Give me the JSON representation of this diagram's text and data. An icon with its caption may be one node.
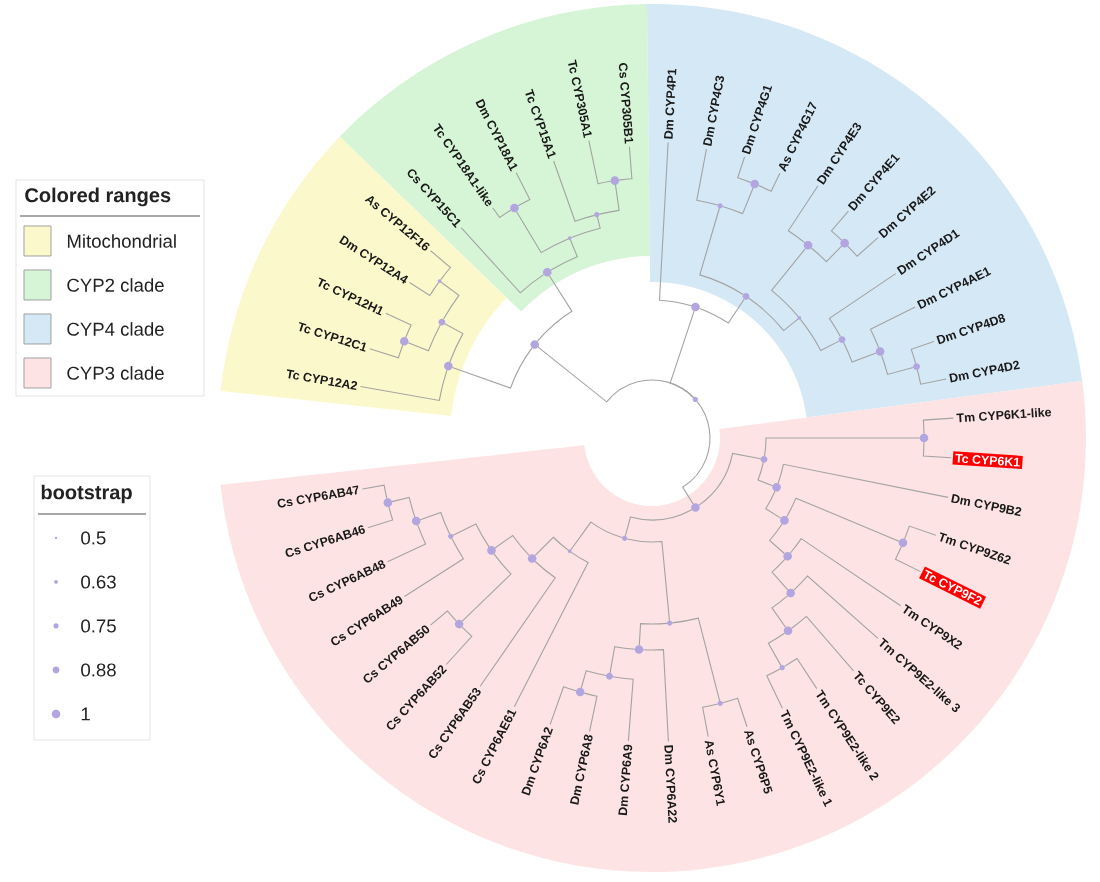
{
  "diagram": {
    "nodes": [
      {
        "text": [],
        "shape": "sector"
      },
      {
        "text": [],
        "shape": "sector"
      },
      {
        "text": [],
        "shape": "sector"
      },
      {
        "text": [],
        "shape": "sector"
      },
      {
        "text": [
          "Tc CYP12A2"
        ],
        "in": 0
      },
      {
        "text": [
          "Tc CYP12C1"
        ],
        "in": 0
      },
      {
        "text": [
          "Tc CYP12H1"
        ],
        "in": 0
      },
      {
        "text": [
          "Dm CYP12A4"
        ],
        "in": 0
      },
      {
        "text": [
          "As CYP12F16"
        ],
        "in": 0
      },
      {
        "text": [
          "Cs CYP15C1"
        ],
        "in": 1
      },
      {
        "text": [
          "Tc CYP18A1-like"
        ],
        "in": 1
      },
      {
        "text": [
          "Dm CYP18A1"
        ],
        "in": 1
      },
      {
        "text": [
          "Tc CYP15A1"
        ],
        "in": 1
      },
      {
        "text": [
          "Tc CYP305A1"
        ],
        "in": 1
      },
      {
        "text": [
          "Cs CYP305B1"
        ],
        "in": 1
      },
      {
        "text": [
          "Dm CYP4P1"
        ],
        "in": 2
      },
      {
        "text": [
          "Dm CYP4C3"
        ],
        "in": 2
      },
      {
        "text": [
          "Dm CYP4G1"
        ],
        "in": 2
      },
      {
        "text": [
          "As CYP4G17"
        ],
        "in": 2
      },
      {
        "text": [
          "Dm CYP4E3"
        ],
        "in": 2
      },
      {
        "text": [
          "Dm CYP4E1"
        ],
        "in": 2
      },
      {
        "text": [
          "Dm CYP4E2"
        ],
        "in": 2
      },
      {
        "text": [
          "Dm CYP4D1"
        ],
        "in": 2
      },
      {
        "text": [
          "Dm CYP4AE1"
        ],
        "in": 2
      },
      {
        "text": [
          "Dm CYP4D8"
        ],
        "in": 2
      },
      {
        "text": [
          "Dm CYP4D2"
        ],
        "in": 2
      },
      {
        "text": [
          "Tm CYP6K1-like"
        ],
        "in": 3
      },
      {
        "text": [
          "Tc CYP6K1"
        ],
        "in": 3
      },
      {
        "text": [
          "Dm CYP9B2"
        ],
        "in": 3
      },
      {
        "text": [
          "Tm CYP9Z62"
        ],
        "in": 3
      },
      {
        "text": [
          "Tc CYP9F2"
        ],
        "in": 3
      },
      {
        "text": [
          "Tm CYP9X2"
        ],
        "in": 3
      },
      {
        "text": [
          "Tm CYP9E2-like 3"
        ],
        "in": 3
      },
      {
        "text": [
          "Tc CYP9E2"
        ],
        "in": 3
      },
      {
        "text": [
          "Tm CYP9E2-like 2"
        ],
        "in": 3
      },
      {
        "text": [
          "Tm CYP9E2-like 1"
        ],
        "in": 3
      },
      {
        "text": [
          "As CYP6P5"
        ],
        "in": 3
      },
      {
        "text": [
          "As CYP6Y1"
        ],
        "in": 3
      },
      {
        "text": [
          "Dm CYP6A22"
        ],
        "in": 3
      },
      {
        "text": [
          "Dm CYP6A9"
        ],
        "in": 3
      },
      {
        "text": [
          "Dm CYP6A8"
        ],
        "in": 3
      },
      {
        "text": [
          "Dm CYP6A2"
        ],
        "in": 3
      },
      {
        "text": [
          "Cs CYP6AE61"
        ],
        "in": 3
      },
      {
        "text": [
          "Cs CYP6AB53"
        ],
        "in": 3
      },
      {
        "text": [
          "Cs CYP6AB52"
        ],
        "in": 3
      },
      {
        "text": [
          "Cs CYP6AB50"
        ],
        "in": 3
      },
      {
        "text": [
          "Cs CYP6AB49"
        ],
        "in": 3
      },
      {
        "text": [
          "Cs CYP6AB48"
        ],
        "in": 3
      },
      {
        "text": [
          "Cs CYP6AB46"
        ],
        "in": 3
      },
      {
        "text": [
          "Cs CYP6AB47"
        ],
        "in": 3
      },
      {
        "text": [],
        "shape": "circle",
        "in": 0
      },
      {
        "text": [],
        "shape": "circle",
        "in": 0
      },
      {
        "text": [],
        "shape": "circle",
        "in": 0
      },
      {
        "text": [],
        "shape": "circle",
        "in": 0
      },
      {
        "text": [],
        "shape": "circle",
        "in": 1
      },
      {
        "text": [],
        "shape": "circle",
        "in": 1
      },
      {
        "text": [],
        "shape": "circle",
        "in": 1
      },
      {
        "text": [],
        "shape": "circle",
        "in": 1
      },
      {
        "text": [],
        "shape": "circle",
        "in": 1
      },
      {
        "text": [],
        "shape": "circle"
      },
      {
        "text": [],
        "shape": "circle",
        "in": 2
      },
      {
        "text": [],
        "shape": "circle",
        "in": 2
      },
      {
        "text": [],
        "shape": "circle",
        "in": 2
      },
      {
        "text": [],
        "shape": "circle",
        "in": 2
      },
      {
        "text": [],
        "shape": "circle",
        "in": 2
      },
      {
        "text": [],
        "shape": "circle",
        "in": 2
      },
      {
        "text": [],
        "shape": "circle",
        "in": 2
      },
      {
        "text": [],
        "shape": "circle",
        "in": 2
      },
      {
        "text": [],
        "shape": "circle",
        "in": 2
      },
      {
        "text": [],
        "shape": "circle"
      },
      {
        "text": [],
        "shape": "circle",
        "in": 3
      },
      {
        "text": [],
        "shape": "circle",
        "in": 3
      },
      {
        "text": [],
        "shape": "circle",
        "in": 3
      },
      {
        "text": [],
        "shape": "circle",
        "in": 3
      },
      {
        "text": [],
        "shape": "circle",
        "in": 3
      },
      {
        "text": [],
        "shape": "circle",
        "in": 3
      },
      {
        "text": [],
        "shape": "circle",
        "in": 3
      },
      {
        "text": [],
        "shape": "circle",
        "in": 3
      },
      {
        "text": [],
        "shape": "circle",
        "in": 3
      },
      {
        "text": [],
        "shape": "circle",
        "in": 3
      },
      {
        "text": [],
        "shape": "circle",
        "in": 3
      },
      {
        "text": [],
        "shape": "circle",
        "in": 3
      },
      {
        "text": [],
        "shape": "circle",
        "in": 3
      },
      {
        "text": [],
        "shape": "circle",
        "in": 3
      },
      {
        "text": [],
        "shape": "circle",
        "in": 3
      },
      {
        "text": [],
        "shape": "circle",
        "in": 3
      },
      {
        "text": [],
        "shape": "circle",
        "in": 3
      },
      {
        "text": [],
        "shape": "circle",
        "in": 3
      },
      {
        "text": [],
        "shape": "circle",
        "in": 3
      },
      {
        "text": [],
        "shape": "circle",
        "in": 3
      },
      {
        "text": [],
        "shape": "circle",
        "in": 3
      },
      {
        "text": [],
        "shape": "circle",
        "in": 3
      },
      {
        "text": [],
        "shape": "circle",
        "in": 3
      },
      {
        "text": [],
        "shape": "circle"
      }
    ],
    "edges": [
      {
        "from": 50,
        "to": 5,
        "arrow": "none"
      },
      {
        "from": 50,
        "to": 6,
        "arrow": "none"
      },
      {
        "from": 51,
        "to": 7,
        "arrow": "none"
      },
      {
        "from": 51,
        "to": 8,
        "arrow": "none"
      },
      {
        "from": 52,
        "to": 50,
        "arrow": "none"
      },
      {
        "from": 52,
        "to": 51,
        "arrow": "none"
      },
      {
        "from": 53,
        "to": 4,
        "arrow": "none"
      },
      {
        "from": 53,
        "to": 52,
        "arrow": "none"
      },
      {
        "from": 54,
        "to": 10,
        "arrow": "none"
      },
      {
        "from": 54,
        "to": 11,
        "arrow": "none"
      },
      {
        "from": 55,
        "to": 13,
        "arrow": "none"
      },
      {
        "from": 55,
        "to": 14,
        "arrow": "none"
      },
      {
        "from": 56,
        "to": 12,
        "arrow": "none"
      },
      {
        "from": 56,
        "to": 55,
        "arrow": "none"
      },
      {
        "from": 57,
        "to": 54,
        "arrow": "none"
      },
      {
        "from": 57,
        "to": 56,
        "arrow": "none"
      },
      {
        "from": 58,
        "to": 9,
        "arrow": "none"
      },
      {
        "from": 58,
        "to": 57,
        "arrow": "none"
      },
      {
        "from": 59,
        "to": 53,
        "arrow": "none"
      },
      {
        "from": 59,
        "to": 58,
        "arrow": "none"
      },
      {
        "from": 60,
        "to": 17,
        "arrow": "none"
      },
      {
        "from": 60,
        "to": 18,
        "arrow": "none"
      },
      {
        "from": 61,
        "to": 16,
        "arrow": "none"
      },
      {
        "from": 61,
        "to": 60,
        "arrow": "none"
      },
      {
        "from": 62,
        "to": 20,
        "arrow": "none"
      },
      {
        "from": 62,
        "to": 21,
        "arrow": "none"
      },
      {
        "from": 63,
        "to": 19,
        "arrow": "none"
      },
      {
        "from": 63,
        "to": 62,
        "arrow": "none"
      },
      {
        "from": 64,
        "to": 24,
        "arrow": "none"
      },
      {
        "from": 64,
        "to": 25,
        "arrow": "none"
      },
      {
        "from": 65,
        "to": 23,
        "arrow": "none"
      },
      {
        "from": 65,
        "to": 64,
        "arrow": "none"
      },
      {
        "from": 66,
        "to": 22,
        "arrow": "none"
      },
      {
        "from": 66,
        "to": 65,
        "arrow": "none"
      },
      {
        "from": 67,
        "to": 63,
        "arrow": "none"
      },
      {
        "from": 67,
        "to": 66,
        "arrow": "none"
      },
      {
        "from": 68,
        "to": 61,
        "arrow": "none"
      },
      {
        "from": 68,
        "to": 67,
        "arrow": "none"
      },
      {
        "from": 69,
        "to": 15,
        "arrow": "none"
      },
      {
        "from": 69,
        "to": 68,
        "arrow": "none"
      },
      {
        "from": 70,
        "to": 26,
        "arrow": "none"
      },
      {
        "from": 70,
        "to": 27,
        "arrow": "none"
      },
      {
        "from": 71,
        "to": 29,
        "arrow": "none"
      },
      {
        "from": 71,
        "to": 30,
        "arrow": "none"
      },
      {
        "from": 72,
        "to": 34,
        "arrow": "none"
      },
      {
        "from": 72,
        "to": 35,
        "arrow": "none"
      },
      {
        "from": 73,
        "to": 33,
        "arrow": "none"
      },
      {
        "from": 73,
        "to": 72,
        "arrow": "none"
      },
      {
        "from": 74,
        "to": 32,
        "arrow": "none"
      },
      {
        "from": 74,
        "to": 73,
        "arrow": "none"
      },
      {
        "from": 75,
        "to": 31,
        "arrow": "none"
      },
      {
        "from": 75,
        "to": 74,
        "arrow": "none"
      },
      {
        "from": 76,
        "to": 71,
        "arrow": "none"
      },
      {
        "from": 76,
        "to": 75,
        "arrow": "none"
      },
      {
        "from": 77,
        "to": 28,
        "arrow": "none"
      },
      {
        "from": 77,
        "to": 76,
        "arrow": "none"
      },
      {
        "from": 78,
        "to": 70,
        "arrow": "none"
      },
      {
        "from": 78,
        "to": 77,
        "arrow": "none"
      },
      {
        "from": 79,
        "to": 36,
        "arrow": "none"
      },
      {
        "from": 79,
        "to": 37,
        "arrow": "none"
      },
      {
        "from": 80,
        "to": 40,
        "arrow": "none"
      },
      {
        "from": 80,
        "to": 41,
        "arrow": "none"
      },
      {
        "from": 81,
        "to": 39,
        "arrow": "none"
      },
      {
        "from": 81,
        "to": 80,
        "arrow": "none"
      },
      {
        "from": 82,
        "to": 38,
        "arrow": "none"
      },
      {
        "from": 82,
        "to": 81,
        "arrow": "none"
      },
      {
        "from": 83,
        "to": 79,
        "arrow": "none"
      },
      {
        "from": 83,
        "to": 82,
        "arrow": "none"
      },
      {
        "from": 84,
        "to": 48,
        "arrow": "none"
      },
      {
        "from": 84,
        "to": 49,
        "arrow": "none"
      },
      {
        "from": 85,
        "to": 47,
        "arrow": "none"
      },
      {
        "from": 85,
        "to": 84,
        "arrow": "none"
      },
      {
        "from": 86,
        "to": 46,
        "arrow": "none"
      },
      {
        "from": 86,
        "to": 85,
        "arrow": "none"
      },
      {
        "from": 87,
        "to": 44,
        "arrow": "none"
      },
      {
        "from": 87,
        "to": 45,
        "arrow": "none"
      },
      {
        "from": 88,
        "to": 87,
        "arrow": "none"
      },
      {
        "from": 88,
        "to": 86,
        "arrow": "none"
      },
      {
        "from": 89,
        "to": 43,
        "arrow": "none"
      },
      {
        "from": 89,
        "to": 88,
        "arrow": "none"
      },
      {
        "from": 90,
        "to": 42,
        "arrow": "none"
      },
      {
        "from": 90,
        "to": 89,
        "arrow": "none"
      },
      {
        "from": 91,
        "to": 83,
        "arrow": "none"
      },
      {
        "from": 91,
        "to": 90,
        "arrow": "none"
      },
      {
        "from": 92,
        "to": 78,
        "arrow": "none"
      },
      {
        "from": 92,
        "to": 91,
        "arrow": "none"
      },
      {
        "from": 93,
        "to": 59,
        "arrow": "none"
      },
      {
        "from": 93,
        "to": 69,
        "arrow": "none"
      },
      {
        "from": 93,
        "to": 92,
        "arrow": "none"
      }
    ],
    "labels": [
      "Colored ranges",
      "bootstrap"
    ],
    "legend": [
      {
        "text": "Mitochondrial",
        "color": "#fbf9cb"
      },
      {
        "text": "CYP2 clade",
        "color": "#d6f5d6"
      },
      {
        "text": "CYP4 clade",
        "color": "#d5e8f6"
      },
      {
        "text": "CYP3 clade",
        "color": "#fde3e3"
      },
      {
        "text": "0.5"
      },
      {
        "text": "0.63"
      },
      {
        "text": "0.75"
      },
      {
        "text": "0.88"
      },
      {
        "text": "1"
      }
    ]
  }
}
